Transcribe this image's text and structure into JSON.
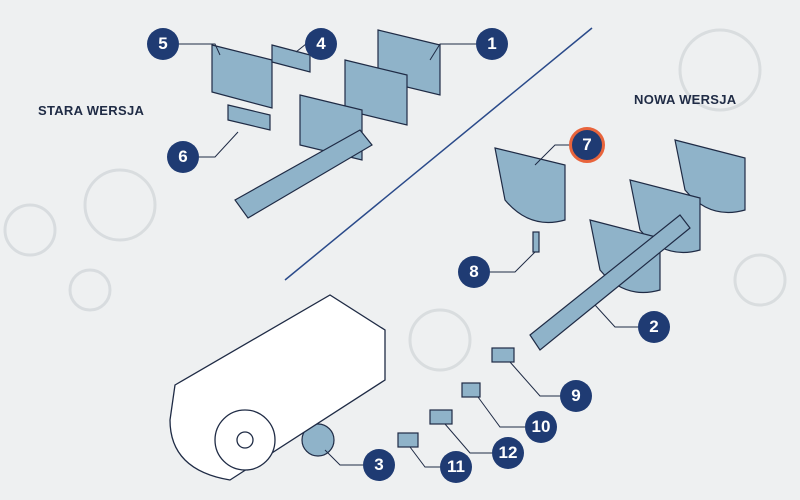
{
  "labels": {
    "old": "STARA WERSJA",
    "new": "NOWA WERSJA"
  },
  "callouts": [
    "1",
    "2",
    "3",
    "4",
    "5",
    "6",
    "7",
    "8",
    "9",
    "10",
    "11",
    "12"
  ],
  "colors": {
    "callout": "#1f3b73",
    "highlight": "#e8643c",
    "part": "#8fb3c9",
    "line": "#2a4a8a"
  }
}
